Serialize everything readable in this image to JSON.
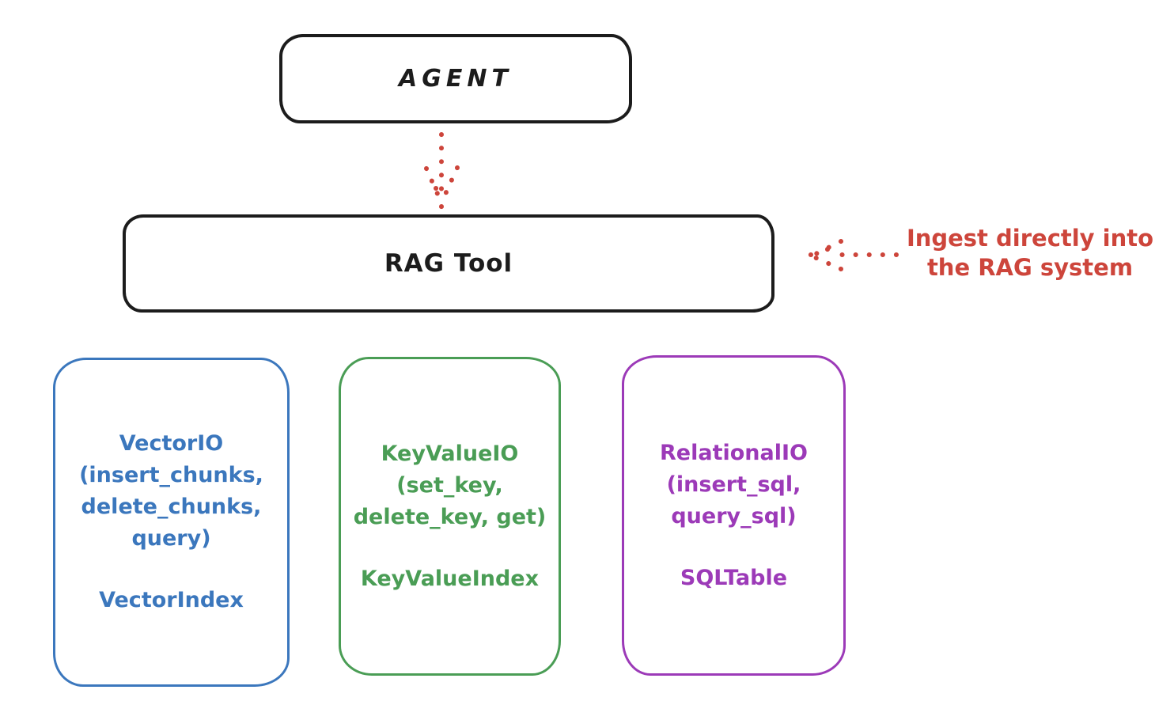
{
  "agent_box": {
    "label": "AGENT"
  },
  "rag_tool_box": {
    "label": "RAG Tool"
  },
  "connector_agent_to_rag": {
    "style": "dotted",
    "direction": "down",
    "color": "#cd453b"
  },
  "annotation": {
    "line1": "Ingest directly into",
    "line2": "the RAG system",
    "color": "#cd453b",
    "arrow_style": "dotted",
    "arrow_direction": "left-toward-rag-tool"
  },
  "backend_boxes": [
    {
      "name": "vector-io",
      "color": "#3b77bd",
      "lines": [
        "VectorIO",
        "(insert_chunks,",
        "delete_chunks,",
        "query)"
      ],
      "index_label": "VectorIndex"
    },
    {
      "name": "key-value-io",
      "color": "#4a9d55",
      "lines": [
        "KeyValueIO",
        "(set_key,",
        "delete_key, get)"
      ],
      "index_label": "KeyValueIndex"
    },
    {
      "name": "relational-io",
      "color": "#9c3ab8",
      "lines": [
        "RelationalIO",
        "(insert_sql,",
        "query_sql)"
      ],
      "index_label": "SQLTable"
    }
  ],
  "colors": {
    "outline": "#1c1c1c",
    "red": "#cd453b",
    "blue": "#3b77bd",
    "green": "#4a9d55",
    "purple": "#9c3ab8",
    "background": "#ffffff"
  }
}
